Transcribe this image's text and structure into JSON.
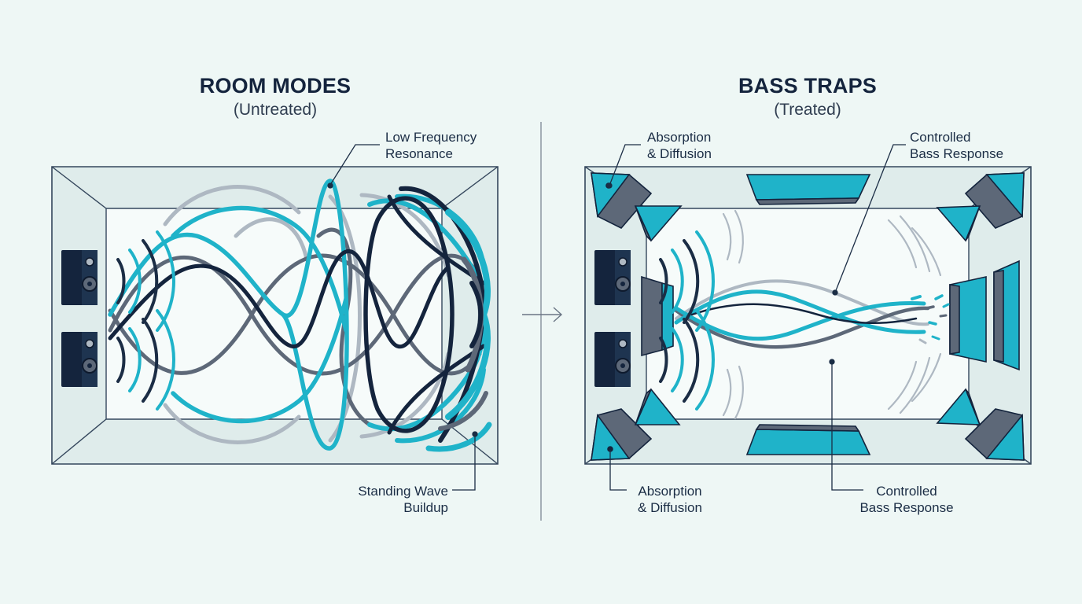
{
  "colors": {
    "background": "#eef7f5",
    "navy": "#14243d",
    "teal": "#1fb3c9",
    "slate": "#5d6878",
    "light_gray": "#aeb8c2",
    "room_fill": "#f6fbfa",
    "wall_fill": "#dfeceb"
  },
  "left_panel": {
    "title": "ROOM MODES",
    "subtitle": "(Untreated)",
    "callout_top": {
      "line1": "Low Frequency",
      "line2": "Resonance"
    },
    "callout_bottom": {
      "line1": "Standing Wave",
      "line2": "Buildup"
    }
  },
  "transition": {
    "icon": "arrow-right-icon"
  },
  "right_panel": {
    "title": "BASS TRAPS",
    "subtitle": "(Treated)",
    "callout_top_left": {
      "line1": "Absorption",
      "line2": "& Diffusion"
    },
    "callout_top_right": {
      "line1": "Controlled",
      "line2": "Bass Response"
    },
    "callout_bottom_left": {
      "line1": "Absorption",
      "line2": "& Diffusion"
    },
    "callout_bottom_right": {
      "line1": "Controlled",
      "line2": "Bass Response"
    }
  }
}
